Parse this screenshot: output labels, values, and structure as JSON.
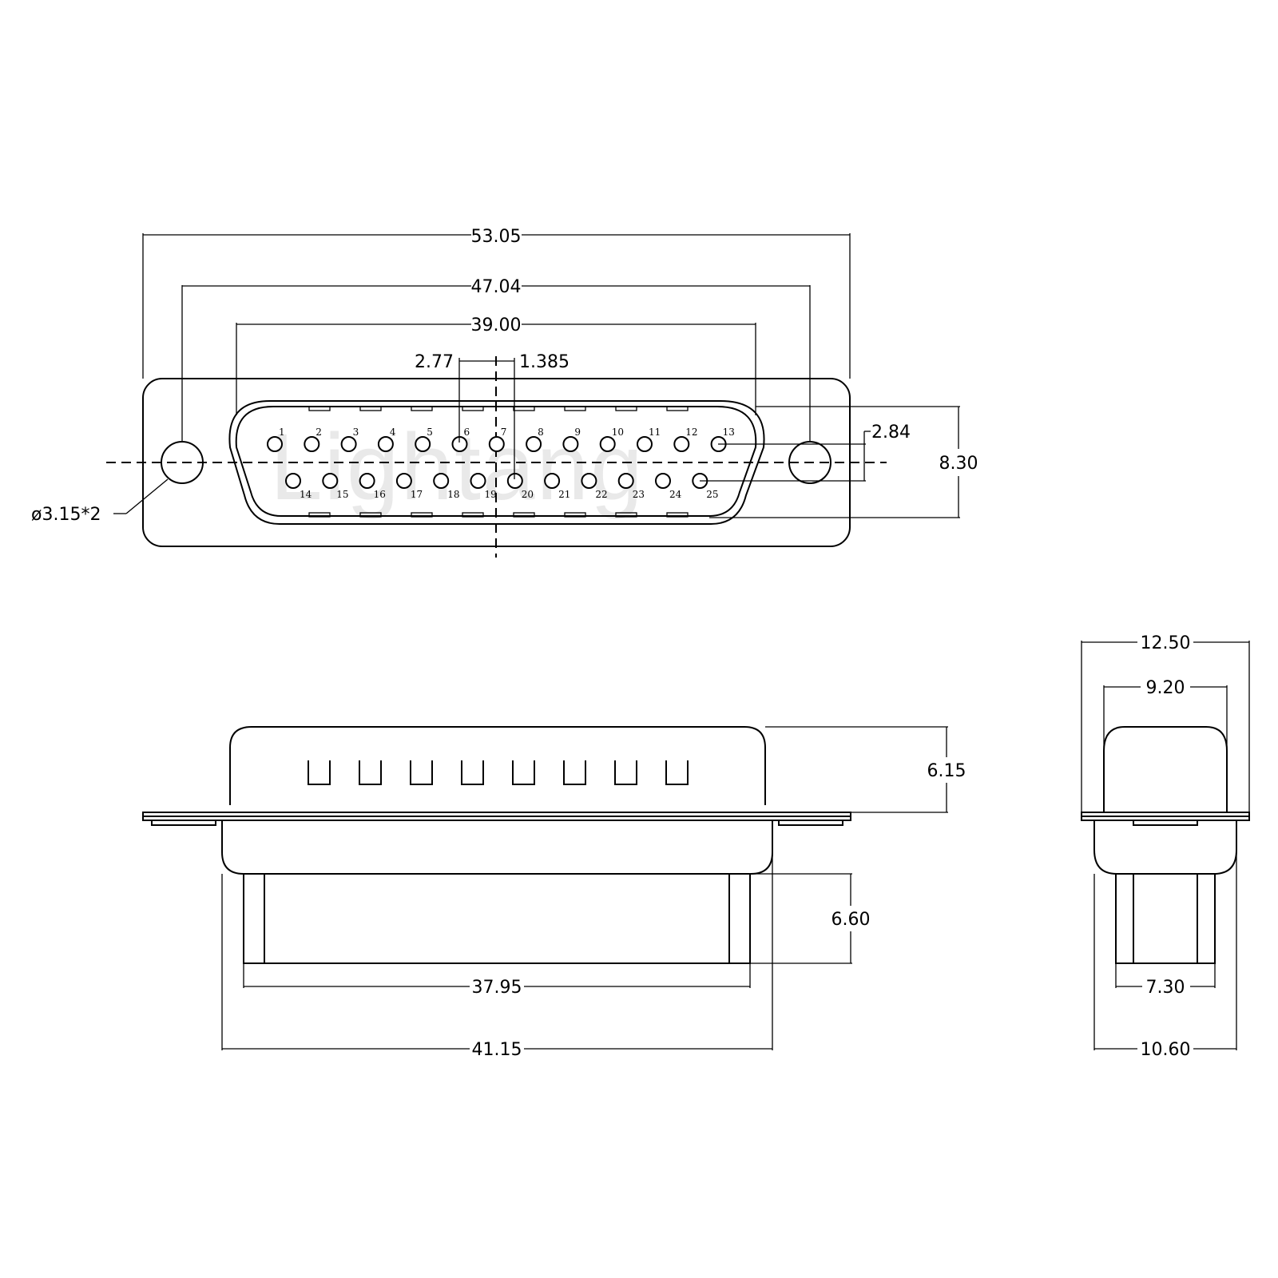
{
  "watermark": "Lightang",
  "dimensions": {
    "overall_width": "53.05",
    "mount_hole_pitch": "47.04",
    "shell_width": "39.00",
    "pin_pitch": "2.77",
    "half_pitch": "1.385",
    "row_spacing": "2.84",
    "flange_height": "8.30",
    "hole_diameter": "ø3.15*2",
    "shell_height": "6.15",
    "tail_length": "6.60",
    "tail_span": "37.95",
    "body_width": "41.15",
    "side_flange_width": "12.50",
    "side_shell_width": "9.20",
    "side_tail_width": "7.30",
    "side_body_width": "10.60"
  },
  "pins": {
    "top_row": [
      "1",
      "2",
      "3",
      "4",
      "5",
      "6",
      "7",
      "8",
      "9",
      "10",
      "11",
      "12",
      "13"
    ],
    "bottom_row": [
      "14",
      "15",
      "16",
      "17",
      "18",
      "19",
      "20",
      "21",
      "22",
      "23",
      "24",
      "25"
    ]
  }
}
